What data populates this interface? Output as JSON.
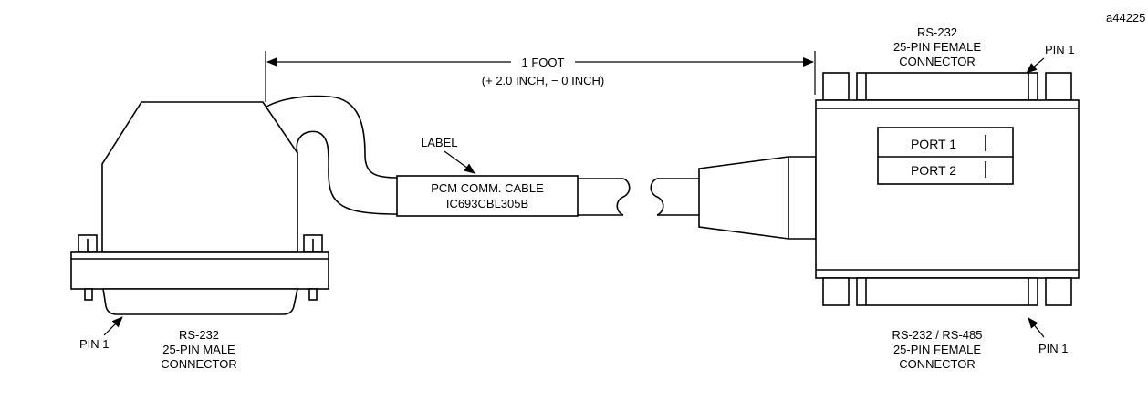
{
  "figure_id": "a44225",
  "dimension": {
    "length": "1 FOOT",
    "tolerance_prefix": "(+ 2.0 INCH,",
    "tolerance_minus": "−",
    "tolerance_suffix": "0 INCH)"
  },
  "cable_label": {
    "pointer_text": "LABEL",
    "line1": "PCM COMM. CABLE",
    "line2": "IC693CBL305B"
  },
  "top_female_connector": {
    "line1": "RS-232",
    "line2": "25-PIN FEMALE",
    "line3": "CONNECTOR",
    "pin_label": "PIN 1"
  },
  "port_switch": {
    "port1": "PORT 1",
    "port2": "PORT 2"
  },
  "bottom_female_connector": {
    "line1": "RS-232 / RS-485",
    "line2": "25-PIN FEMALE",
    "line3": "CONNECTOR",
    "pin_label": "PIN 1"
  },
  "male_connector": {
    "line1": "RS-232",
    "line2": "25-PIN MALE",
    "line3": "CONNECTOR",
    "pin_label": "PIN 1"
  }
}
